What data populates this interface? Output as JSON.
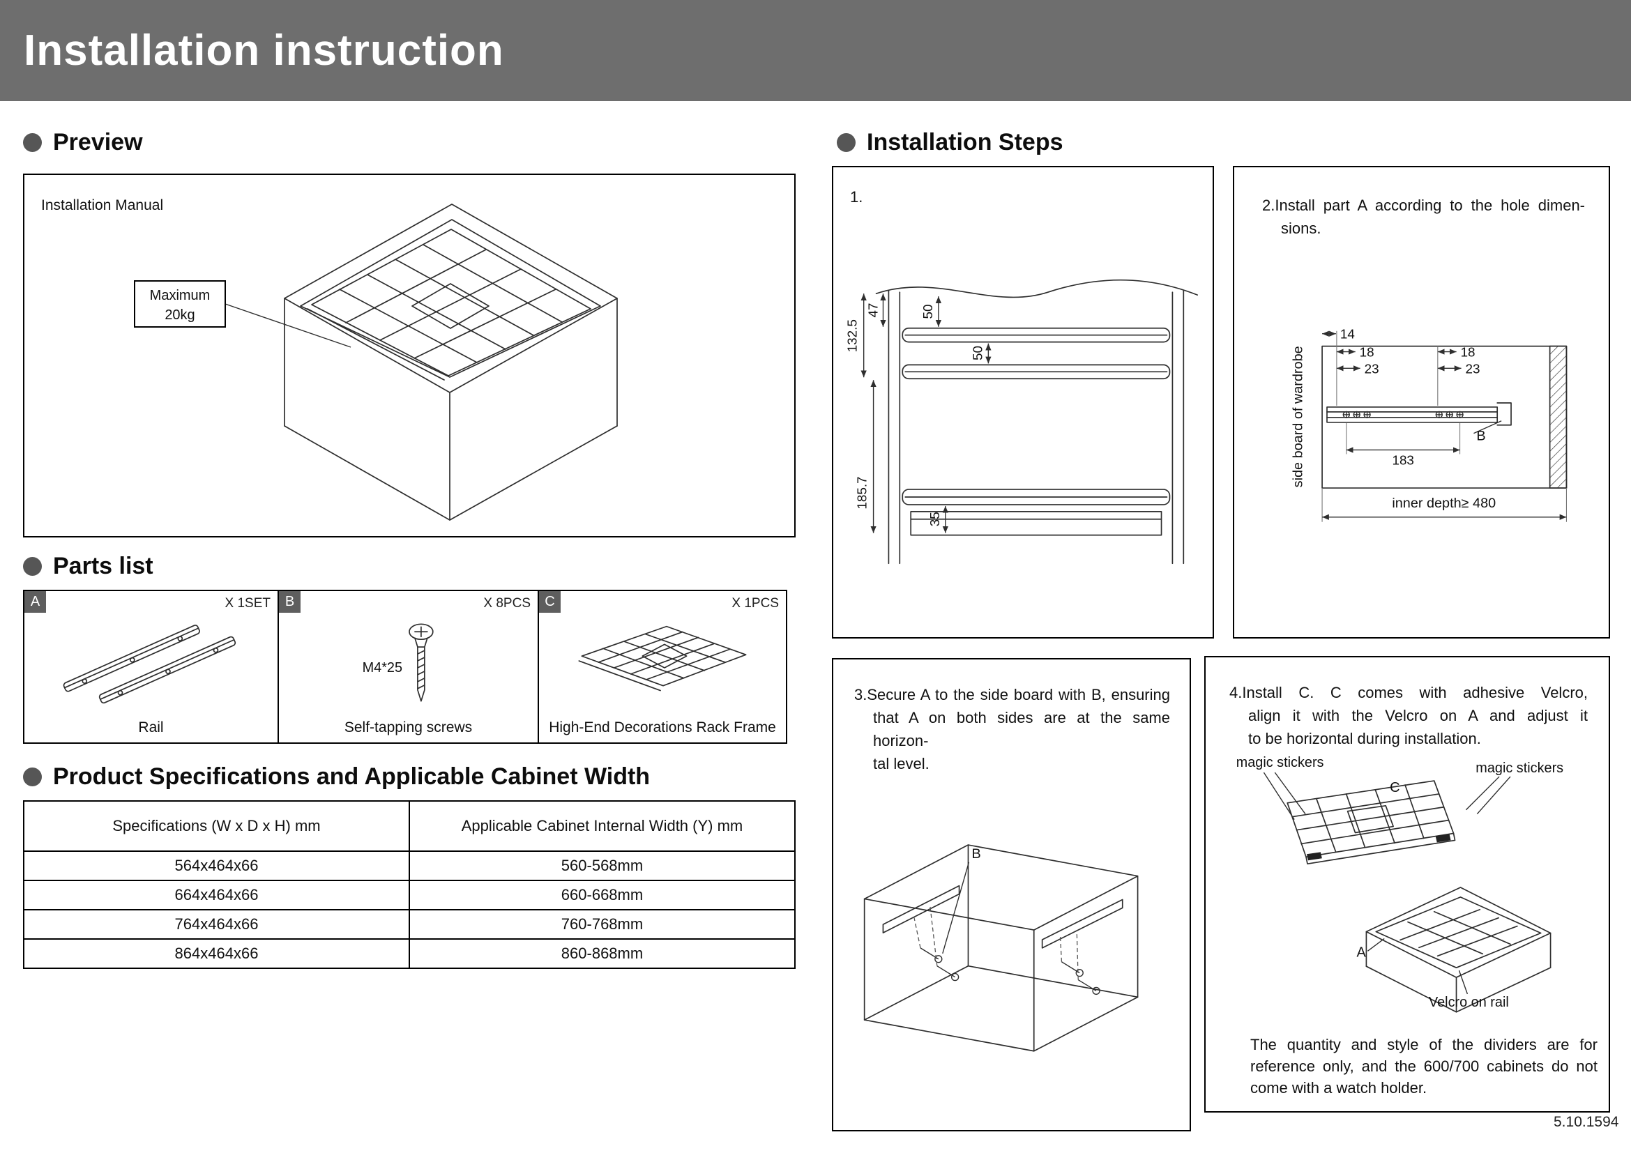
{
  "header": {
    "title": "Installation instruction"
  },
  "preview": {
    "section_title": "Preview",
    "manual_label": "Installation Manual",
    "max_line1": "Maximum",
    "max_line2": "20kg"
  },
  "parts": {
    "section_title": "Parts list",
    "items": [
      {
        "id": "A",
        "qty": "X 1SET",
        "caption": "Rail"
      },
      {
        "id": "B",
        "qty": "X 8PCS",
        "spec": "M4*25",
        "caption": "Self-tapping screws"
      },
      {
        "id": "C",
        "qty": "X 1PCS",
        "caption": "High-End Decorations Rack Frame"
      }
    ]
  },
  "specs": {
    "section_title": "Product Specifications and Applicable Cabinet Width",
    "columns": [
      "Specifications (W x D x H) mm",
      "Applicable Cabinet Internal Width (Y) mm"
    ],
    "rows": [
      {
        "spec": "564x464x66",
        "width": "560-568mm"
      },
      {
        "spec": "664x464x66",
        "width": "660-668mm"
      },
      {
        "spec": "764x464x66",
        "width": "760-768mm"
      },
      {
        "spec": "864x464x66",
        "width": "860-868mm"
      }
    ]
  },
  "steps": {
    "section_title": "Installation Steps",
    "step1": {
      "number": "1.",
      "dims": {
        "d132_5": "132.5",
        "d47": "47",
        "d50a": "50",
        "d50b": "50",
        "d185_7": "185.7",
        "d35": "35"
      }
    },
    "step2": {
      "lines": [
        "2.Install part A according to the hole dimen-",
        "sions."
      ],
      "dims": {
        "d14": "14",
        "d18a": "18",
        "d18b": "18",
        "d23a": "23",
        "d23b": "23",
        "d183": "183"
      },
      "labels": {
        "b": "B",
        "side_board": "side board of wardrobe",
        "inner_depth": "inner depth≥ 480"
      }
    },
    "step3": {
      "lines": [
        "3.Secure A to the side board with B, ensuring",
        "that A on both sides are at the same horizon-",
        "tal level."
      ],
      "labels": {
        "b": "B"
      }
    },
    "step4": {
      "lines": [
        "4.Install C. C comes with adhesive Velcro,",
        "align it with the Velcro on A and adjust it",
        "to be horizontal during installation."
      ],
      "labels": {
        "magic_left": "magic stickers",
        "magic_right": "magic stickers",
        "c": "C",
        "a": "A",
        "velcro": "Velcro on rail"
      },
      "note_lines": [
        "The quantity and style of the dividers are for",
        "reference only, and the 600/700 cabinets do not",
        "come with a watch holder."
      ]
    },
    "doc_number": "5.10.1594"
  },
  "colors": {
    "header_bg": "#6e6e6e",
    "line": "#2e2e2e"
  }
}
